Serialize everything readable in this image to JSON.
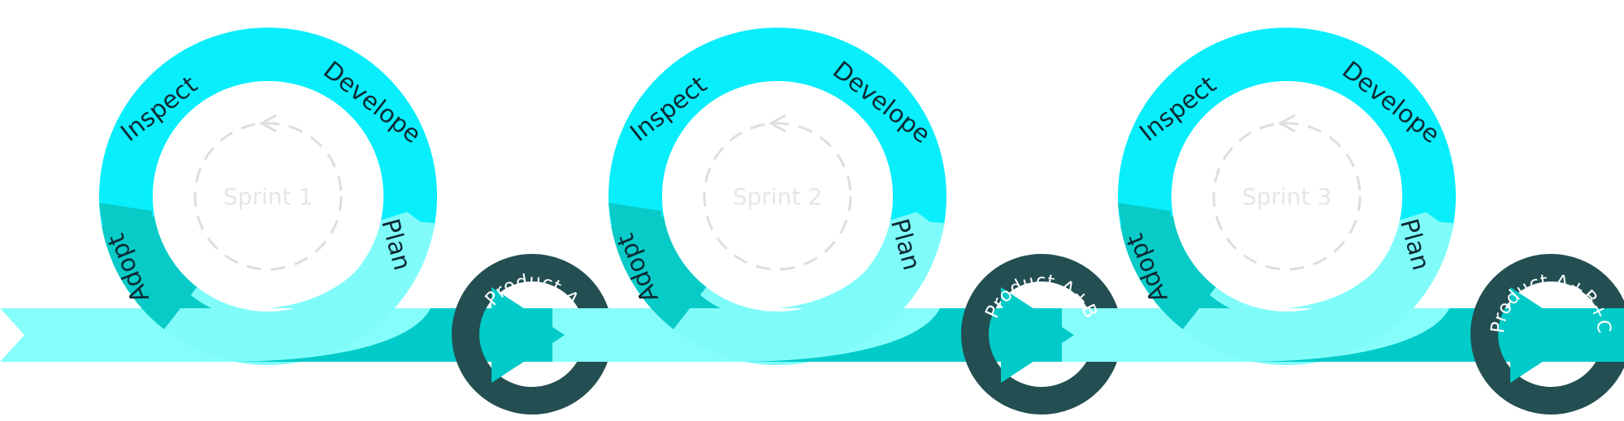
{
  "colors": {
    "ring_top": "#08eefc",
    "ring_right": "#7ffcfa",
    "ring_left": "#08cac7",
    "band_light": "#85fefb",
    "band_dark": "#00cbc8",
    "product_ring": "#234f52",
    "dashed": "#dedede"
  },
  "sprints": [
    {
      "label": "Sprint 1",
      "phases": {
        "inspect": "Inspect",
        "develope": "Develope",
        "plan": "Plan",
        "adopt": "Adopt"
      },
      "product": "Product A"
    },
    {
      "label": "Sprint 2",
      "phases": {
        "inspect": "Inspect",
        "develope": "Develope",
        "plan": "Plan",
        "adopt": "Adopt"
      },
      "product": "Product A+B"
    },
    {
      "label": "Sprint 3",
      "phases": {
        "inspect": "Inspect",
        "develope": "Develope",
        "plan": "Plan",
        "adopt": "Adopt"
      },
      "product": "Product A+B+C"
    }
  ]
}
